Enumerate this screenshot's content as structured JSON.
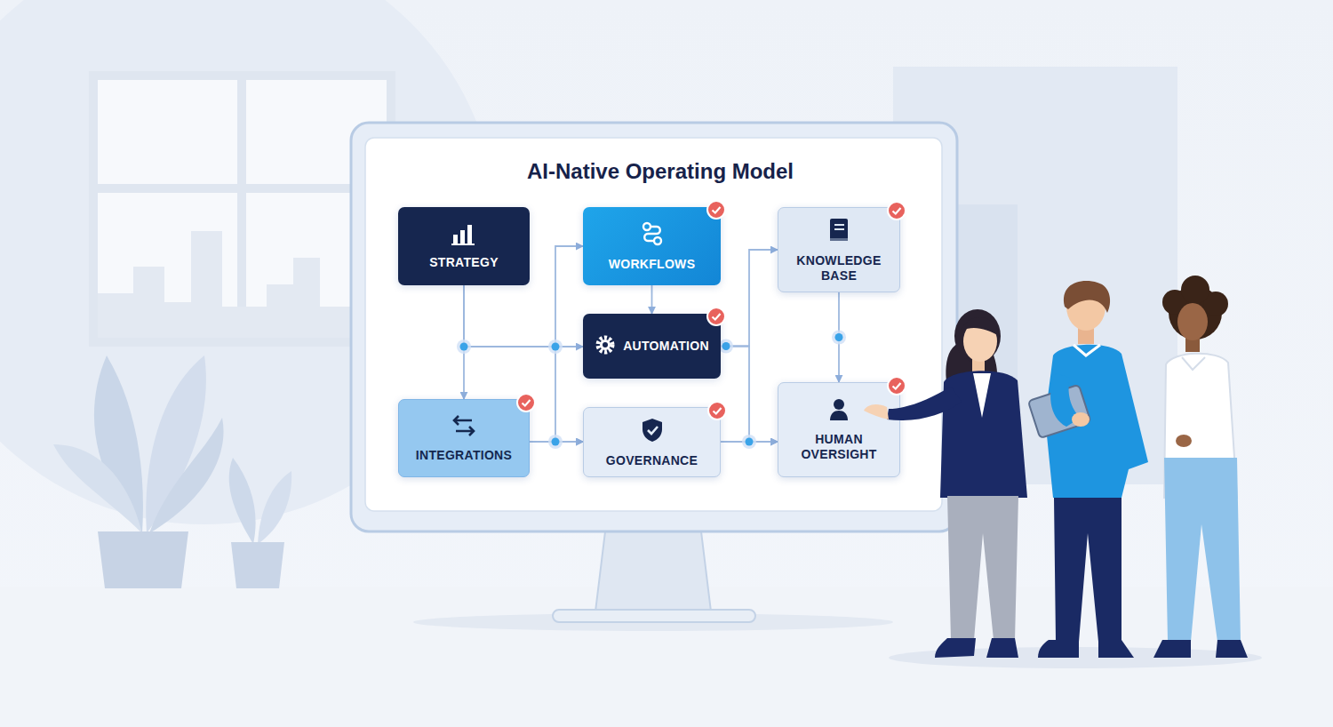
{
  "diagram": {
    "title": "AI-Native Operating Model",
    "nodes": [
      {
        "text": [
          "STRATEGY"
        ]
      },
      {
        "text": [
          "WORKFLOWS"
        ]
      },
      {
        "text": [
          "KNOWLEDGE BASE"
        ]
      },
      {
        "text": [
          "AUTOMATION"
        ]
      },
      {
        "text": [
          "INTEGRATIONS"
        ]
      },
      {
        "text": [
          "GOVERNANCE"
        ]
      },
      {
        "text": [
          "HUMAN OVERSIGHT"
        ]
      }
    ],
    "edges": [
      {
        "from": 0,
        "to": 4,
        "arrow": "to"
      },
      {
        "from": 0,
        "to": 3,
        "arrow": "to"
      },
      {
        "from": 0,
        "to": 1,
        "arrow": "to"
      },
      {
        "from": 0,
        "to": 5,
        "arrow": "to"
      },
      {
        "from": 4,
        "to": 5,
        "arrow": "to"
      },
      {
        "from": 1,
        "to": 3,
        "arrow": "to"
      },
      {
        "from": 3,
        "to": 2,
        "arrow": "to"
      },
      {
        "from": 3,
        "to": 6,
        "arrow": "to"
      },
      {
        "from": 5,
        "to": 6,
        "arrow": "to"
      },
      {
        "from": 2,
        "to": 6,
        "arrow": "to"
      }
    ]
  }
}
